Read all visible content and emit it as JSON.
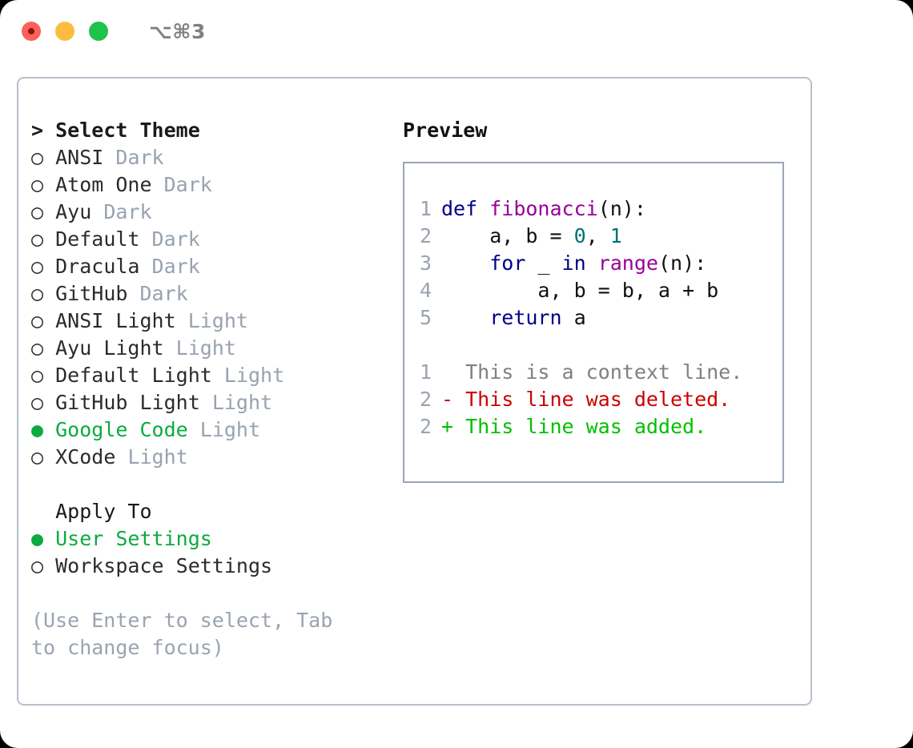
{
  "window": {
    "traffic_lights": [
      {
        "name": "close",
        "color": "#fc6058",
        "has_recording_dot": true
      },
      {
        "name": "minimize",
        "color": "#fdbc40",
        "has_recording_dot": false
      },
      {
        "name": "maximize",
        "color": "#1fc24b",
        "has_recording_dot": false
      }
    ],
    "shortcut_label": "⌥⌘3"
  },
  "theme_picker": {
    "header_caret": ">",
    "header_label": "Select Theme",
    "marker_selected": "●",
    "marker_unselected": "○",
    "items": [
      {
        "name": "ANSI",
        "kind": "Dark",
        "selected": false
      },
      {
        "name": "Atom One",
        "kind": "Dark",
        "selected": false
      },
      {
        "name": "Ayu",
        "kind": "Dark",
        "selected": false
      },
      {
        "name": "Default",
        "kind": "Dark",
        "selected": false
      },
      {
        "name": "Dracula",
        "kind": "Dark",
        "selected": false
      },
      {
        "name": "GitHub",
        "kind": "Dark",
        "selected": false
      },
      {
        "name": "ANSI Light",
        "kind": "Light",
        "selected": false
      },
      {
        "name": "Ayu Light",
        "kind": "Light",
        "selected": false
      },
      {
        "name": "Default Light",
        "kind": "Light",
        "selected": false
      },
      {
        "name": "GitHub Light",
        "kind": "Light",
        "selected": false
      },
      {
        "name": "Google Code",
        "kind": "Light",
        "selected": true
      },
      {
        "name": "XCode",
        "kind": "Light",
        "selected": false
      }
    ]
  },
  "apply_to": {
    "header_label": "Apply To",
    "options": [
      {
        "label": "User Settings",
        "selected": true
      },
      {
        "label": "Workspace Settings",
        "selected": false
      }
    ]
  },
  "hint": {
    "text": "(Use Enter to select, Tab to change focus)"
  },
  "preview": {
    "title": "Preview",
    "code_lines": [
      {
        "num": "1",
        "tokens": [
          {
            "t": "def",
            "c": "kw"
          },
          {
            "t": " ",
            "c": "plain"
          },
          {
            "t": "fibonacci",
            "c": "fn"
          },
          {
            "t": "(n):",
            "c": "plain"
          }
        ]
      },
      {
        "num": "2",
        "tokens": [
          {
            "t": "    a, b = ",
            "c": "plain"
          },
          {
            "t": "0",
            "c": "num"
          },
          {
            "t": ", ",
            "c": "plain"
          },
          {
            "t": "1",
            "c": "num"
          }
        ]
      },
      {
        "num": "3",
        "tokens": [
          {
            "t": "    ",
            "c": "plain"
          },
          {
            "t": "for",
            "c": "kw"
          },
          {
            "t": " _ ",
            "c": "plain"
          },
          {
            "t": "in",
            "c": "kw"
          },
          {
            "t": " ",
            "c": "plain"
          },
          {
            "t": "range",
            "c": "fn"
          },
          {
            "t": "(n):",
            "c": "plain"
          }
        ]
      },
      {
        "num": "4",
        "tokens": [
          {
            "t": "        a, b = b, a + b",
            "c": "plain"
          }
        ]
      },
      {
        "num": "5",
        "tokens": [
          {
            "t": "    ",
            "c": "plain"
          },
          {
            "t": "return",
            "c": "kw"
          },
          {
            "t": " a",
            "c": "plain"
          }
        ]
      }
    ],
    "diff_lines": [
      {
        "num": "1",
        "marker": " ",
        "text": "This is a context line.",
        "kind": "ctx"
      },
      {
        "num": "2",
        "marker": "-",
        "text": "This line was deleted.",
        "kind": "del"
      },
      {
        "num": "2",
        "marker": "+",
        "text": "This line was added.",
        "kind": "add"
      }
    ]
  },
  "colors": {
    "accent_green": "#0bab3f",
    "muted_gray": "#98a2b1",
    "hint_gray": "#9aa3b0",
    "keyword_blue": "#00008b",
    "function_magenta": "#990099",
    "number_teal": "#007070",
    "diff_delete_red": "#cc0000",
    "diff_add_green": "#00c000",
    "panel_border": "#b7c0cc",
    "preview_border": "#9aa5b4"
  }
}
